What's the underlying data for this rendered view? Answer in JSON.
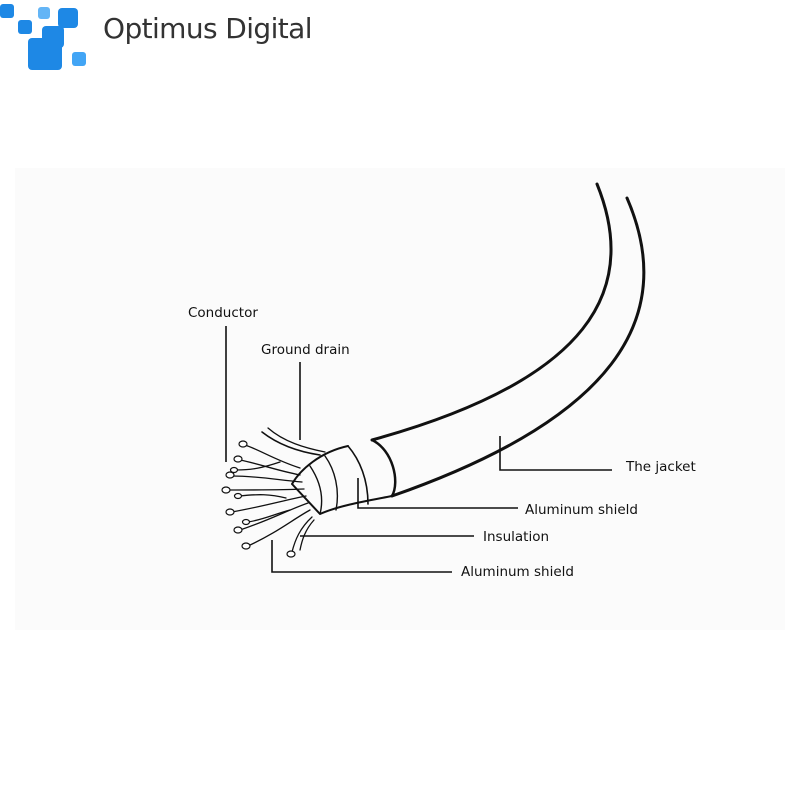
{
  "brand": {
    "name": "Optimus Digital",
    "logo_icon": "pixel-squares-logo-icon",
    "colors": {
      "logo_blue": "#1e88e5",
      "text": "#333333"
    }
  },
  "diagram": {
    "labels": {
      "conductor": "Conductor",
      "ground_drain": "Ground drain",
      "jacket": "The jacket",
      "aluminum_shield_outer": "Aluminum shield",
      "insulation": "Insulation",
      "aluminum_shield_inner": "Aluminum shield"
    }
  }
}
